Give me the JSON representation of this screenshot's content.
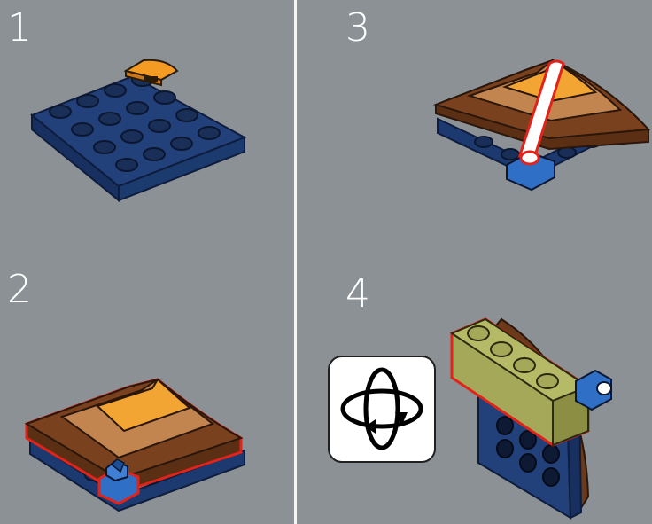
{
  "steps": [
    {
      "number": "1"
    },
    {
      "number": "2"
    },
    {
      "number": "3"
    },
    {
      "number": "4"
    }
  ],
  "icons": {
    "rotate": "rotate-model-icon"
  },
  "colors": {
    "background": "#8b9194",
    "divider": "#f4f5f5",
    "plate_blue": "#1e3a73",
    "highlight_red": "#e2231a",
    "orange": "#f7a327",
    "tan": "#c88a55",
    "brown": "#6a3a1b",
    "olive": "#a5a858",
    "medium_blue": "#2f6fc6"
  }
}
